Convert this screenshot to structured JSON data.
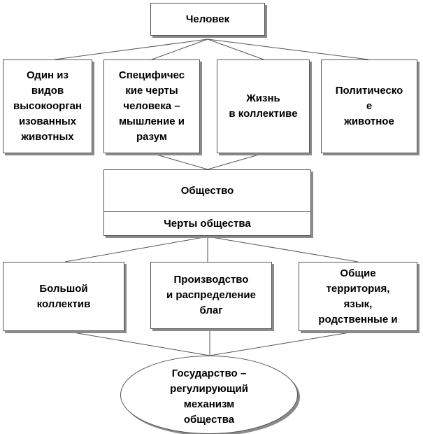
{
  "top": {
    "label": "Человек"
  },
  "row1": [
    {
      "label": "Один из\nвидов\nвысокоорган\nизованных\nживотных"
    },
    {
      "label": "Специфичес\nкие черты\nчеловека –\nмышление и\nразум"
    },
    {
      "label": "Жизнь\nв коллективе"
    },
    {
      "label": "Политическо\nе\nживотное"
    }
  ],
  "society": {
    "title": "Общество",
    "subtitle": "Черты общества"
  },
  "row2": [
    {
      "label": "Большой\nколлектив"
    },
    {
      "label": "Производство\nи распределение\nблаг"
    },
    {
      "label": "Общие\nтерритория,\nязык,\nродственные и"
    }
  ],
  "bottom": {
    "label": "Государство –\nрегулирующий\nмеханизм\nобщества"
  },
  "colors": {
    "border": "#555555",
    "shadow": "#8a8a8a",
    "text": "#000000",
    "background": "#ffffff"
  }
}
